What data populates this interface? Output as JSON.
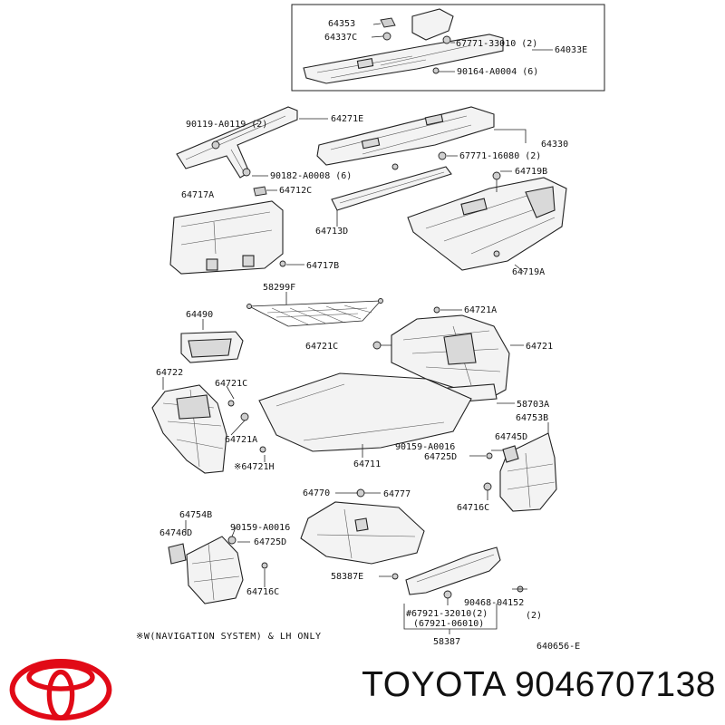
{
  "labels": {
    "l64353": "64353",
    "l64337C": "64337C",
    "l67771_33010": "67771-33010 (2)",
    "l64033E": "64033E",
    "l90164_A0004": "90164-A0004 (6)",
    "l90119_A0119": "90119-A0119 (2)",
    "l64271E": "64271E",
    "l64330": "64330",
    "l67771_16080": "67771-16080 (2)",
    "l90182_A0008": "90182-A0008 (6)",
    "l64719B": "64719B",
    "l64717A": "64717A",
    "l64712C": "64712C",
    "l64713D": "64713D",
    "l64717B": "64717B",
    "l64719A": "64719A",
    "l58299F": "58299F",
    "l64490": "64490",
    "l64721A_top": "64721A",
    "l64721C_mid": "64721C",
    "l64721": "64721",
    "l64722": "64722",
    "l64721C_left": "64721C",
    "l58703A": "58703A",
    "l64753B": "64753B",
    "l64745D": "64745D",
    "l64721A_left": "64721A",
    "l90159_A0016_r": "90159-A0016",
    "l64725D_r": "64725D",
    "l64721H": "※64721H",
    "l64711": "64711",
    "l64716C_r": "64716C",
    "l64770": "64770",
    "l64777": "64777",
    "l64754B": "64754B",
    "l64746D": "64746D",
    "l90159_A0016_l": "90159-A0016",
    "l64725D_l": "64725D",
    "l64716C_l": "64716C",
    "l58387E": "58387E",
    "l90468_04152": "90468-04152",
    "l90468_qty": "(2)",
    "l67921_32010": "#67921-32010(2)",
    "l67921_06010": "(67921-06010)",
    "l58387": "58387",
    "note": "※W(NAVIGATION SYSTEM)  & LH ONLY",
    "code": "640656-E"
  },
  "brand": {
    "text": "TOYOTA 9046707138",
    "logo_color": "#e10a17"
  }
}
